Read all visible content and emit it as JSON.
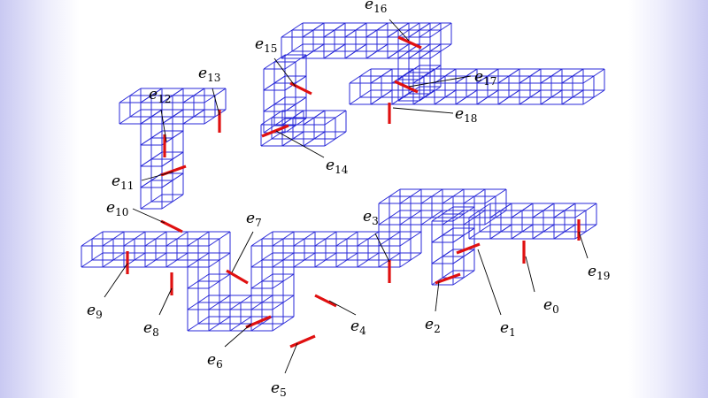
{
  "figure": {
    "edges": [
      {
        "name": "e",
        "sub": "0"
      },
      {
        "name": "e",
        "sub": "1"
      },
      {
        "name": "e",
        "sub": "2"
      },
      {
        "name": "e",
        "sub": "3"
      },
      {
        "name": "e",
        "sub": "4"
      },
      {
        "name": "e",
        "sub": "5"
      },
      {
        "name": "e",
        "sub": "6"
      },
      {
        "name": "e",
        "sub": "7"
      },
      {
        "name": "e",
        "sub": "8"
      },
      {
        "name": "e",
        "sub": "9"
      },
      {
        "name": "e",
        "sub": "10"
      },
      {
        "name": "e",
        "sub": "11"
      },
      {
        "name": "e",
        "sub": "12"
      },
      {
        "name": "e",
        "sub": "13"
      },
      {
        "name": "e",
        "sub": "14"
      },
      {
        "name": "e",
        "sub": "15"
      },
      {
        "name": "e",
        "sub": "16"
      },
      {
        "name": "e",
        "sub": "17"
      },
      {
        "name": "e",
        "sub": "18"
      },
      {
        "name": "e",
        "sub": "19"
      }
    ],
    "colors": {
      "lattice": "#2a2ad8",
      "highlighted_edge": "#e01010",
      "label": "#000000"
    }
  }
}
